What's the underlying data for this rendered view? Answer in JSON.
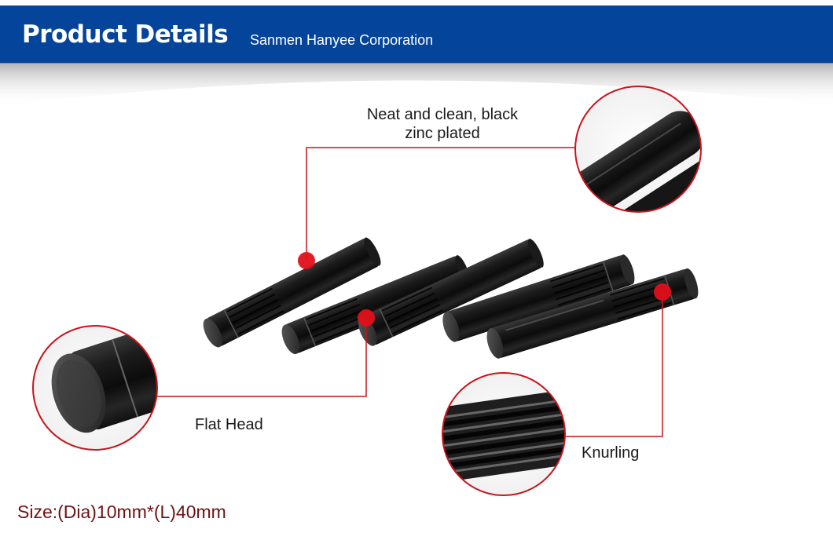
{
  "header": {
    "title": "Product Details",
    "subtitle": "Sanmen Hanyee Corporation",
    "background_color": "#04449a"
  },
  "callouts": [
    {
      "label": "Neat and clean,  black zinc plated",
      "label_line1": "Neat and clean,  black",
      "label_line2": "zinc plated",
      "detail_view": "smooth-shank-closeup"
    },
    {
      "label": "Flat Head",
      "detail_view": "flat-head-closeup"
    },
    {
      "label": "Knurling",
      "detail_view": "knurled-section-closeup"
    }
  ],
  "product": {
    "description": "Black zinc plated knurled pins",
    "pin_count": 5,
    "size": "Size:(Dia)10mm*(L)40mm"
  },
  "colors": {
    "accent": "#d7121b",
    "callout_line": "#c8141c",
    "size_text": "#6e1212"
  }
}
